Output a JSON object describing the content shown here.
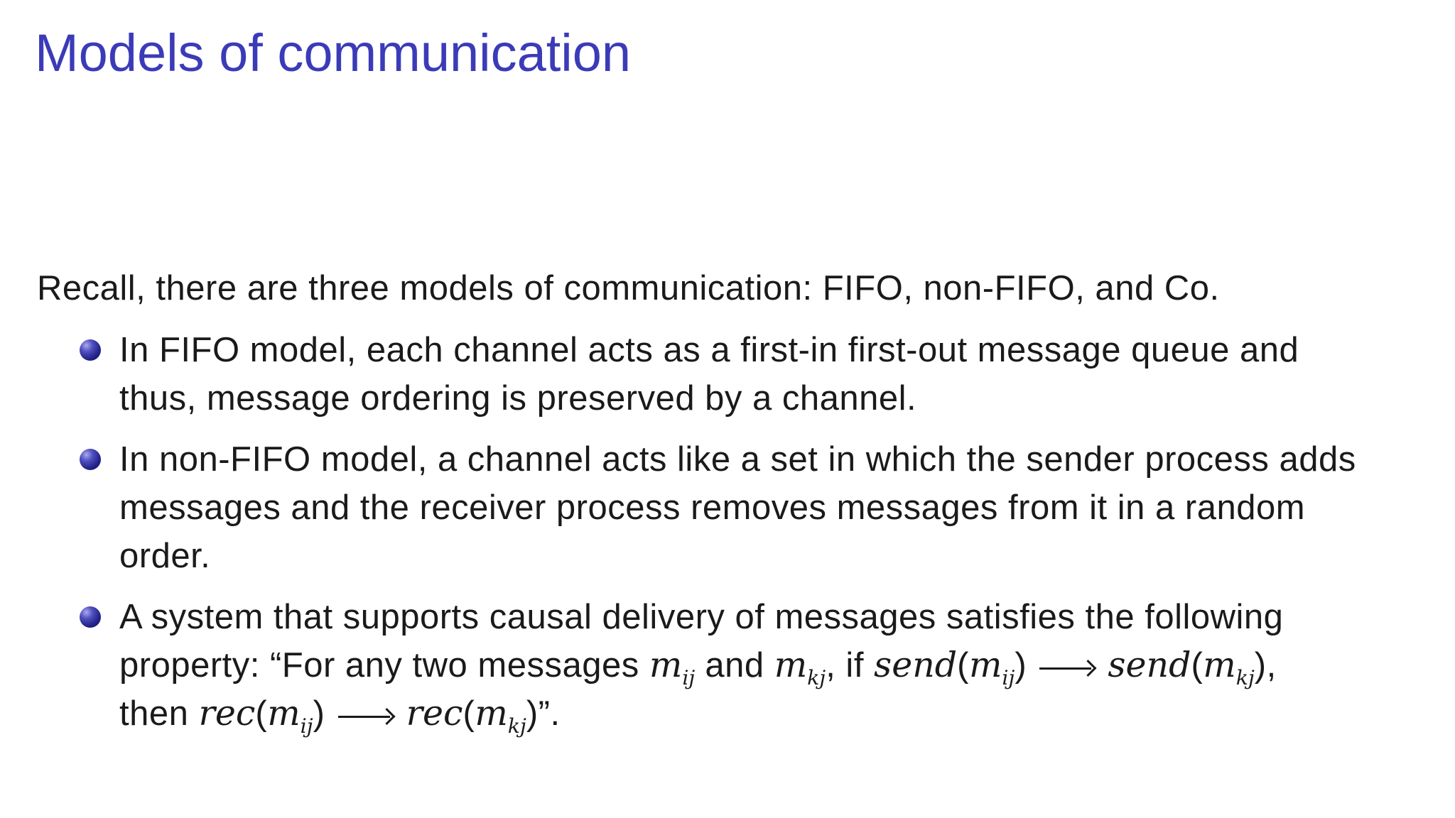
{
  "theme": {
    "background": "#ffffff",
    "title_color": "#3b3bb8",
    "text_color": "#1a1a1a",
    "bullet_ball_color": "#23238a"
  },
  "slide": {
    "title": "Models of communication",
    "intro": "Recall, there are three models of communication: FIFO, non-FIFO, and Co.",
    "bullets": [
      {
        "lines": [
          [
            {
              "v": "In FIFO model, each channel acts as a first-in first-out message queue and"
            }
          ],
          [
            {
              "v": "thus, message ordering is preserved by a channel."
            }
          ]
        ]
      },
      {
        "lines": [
          [
            {
              "v": "In non-FIFO model, a channel acts like a set in which the sender process adds"
            }
          ],
          [
            {
              "v": "messages and the receiver process removes messages from it in a random"
            }
          ],
          [
            {
              "v": "order."
            }
          ]
        ]
      },
      {
        "lines": [
          [
            {
              "v": "A system that supports causal delivery of messages satisfies the following"
            }
          ],
          [
            {
              "v": "property: “For any two messages "
            },
            {
              "v": "m",
              "i": 1,
              "sub": "ij"
            },
            {
              "v": " and "
            },
            {
              "v": "m",
              "i": 1,
              "sub": "kj"
            },
            {
              "v": ", if "
            },
            {
              "v": "send",
              "i": 1
            },
            {
              "v": "("
            },
            {
              "v": "m",
              "i": 1,
              "sub": "ij"
            },
            {
              "v": ") "
            },
            {
              "arrow": 1,
              "v": "⟶"
            },
            {
              "v": " "
            },
            {
              "v": "send",
              "i": 1
            },
            {
              "v": "("
            },
            {
              "v": "m",
              "i": 1,
              "sub": "kj"
            },
            {
              "v": "),"
            }
          ],
          [
            {
              "v": "then "
            },
            {
              "v": "rec",
              "i": 1
            },
            {
              "v": "("
            },
            {
              "v": "m",
              "i": 1,
              "sub": "ij"
            },
            {
              "v": ") "
            },
            {
              "arrow": 1,
              "v": "⟶"
            },
            {
              "v": " "
            },
            {
              "v": "rec",
              "i": 1
            },
            {
              "v": "("
            },
            {
              "v": "m",
              "i": 1,
              "sub": "kj"
            },
            {
              "v": ")”."
            }
          ]
        ]
      }
    ]
  }
}
